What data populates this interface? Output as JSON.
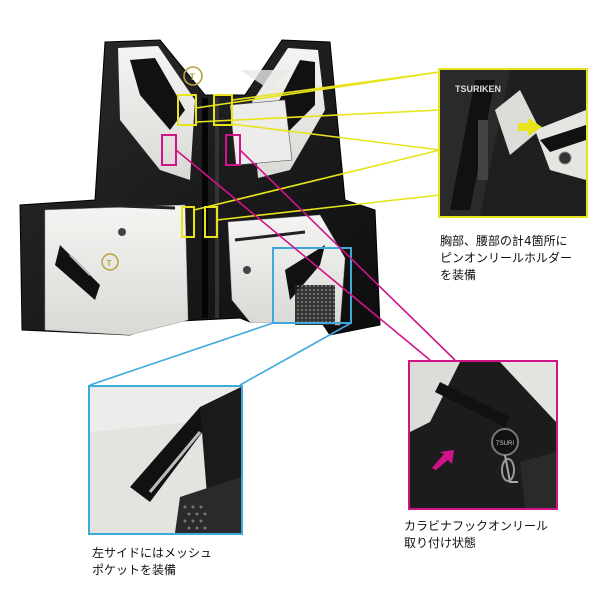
{
  "product": {
    "brand_logo_text": "TSURIKEN"
  },
  "callouts": {
    "top_right": {
      "caption_lines": [
        "胸部、腰部の計4箇所に",
        "ピンオンリールホルダー",
        "を装備"
      ],
      "frame_color": "#e8e41a"
    },
    "bottom_left": {
      "caption_lines": [
        "左サイドにはメッシュ",
        "ポケットを装備"
      ],
      "frame_color": "#3fa9dc"
    },
    "bottom_right": {
      "caption_lines": [
        "カラビナフックオンリール",
        "取り付け状態"
      ],
      "frame_color": "#d1138a"
    }
  },
  "colors": {
    "yellow": "#e8e41a",
    "magenta": "#d1138a",
    "cyan": "#3fa9dc",
    "vest_black": "#1a1a1a",
    "vest_white": "#e9e9e6",
    "logo_gold": "#b9a23a"
  }
}
